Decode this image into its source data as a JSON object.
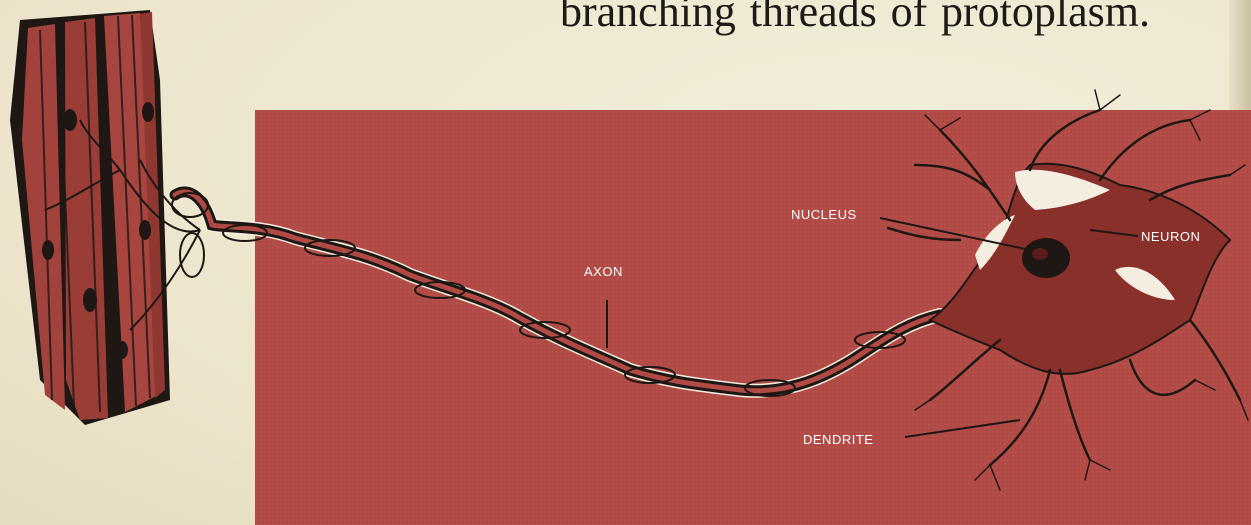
{
  "header_text": {
    "words": [
      "branching",
      "threads",
      "of",
      "protoplasm."
    ]
  },
  "diagram": {
    "labels": {
      "nucleus": "NUCLEUS",
      "neuron": "NEURON",
      "axon": "AXON",
      "dendrite": "DENDRITE"
    },
    "colors": {
      "panel": "#b14a44",
      "ink": "#1e1714",
      "muscle": "#a2423c",
      "cell_highlight": "#f4eee0"
    }
  }
}
